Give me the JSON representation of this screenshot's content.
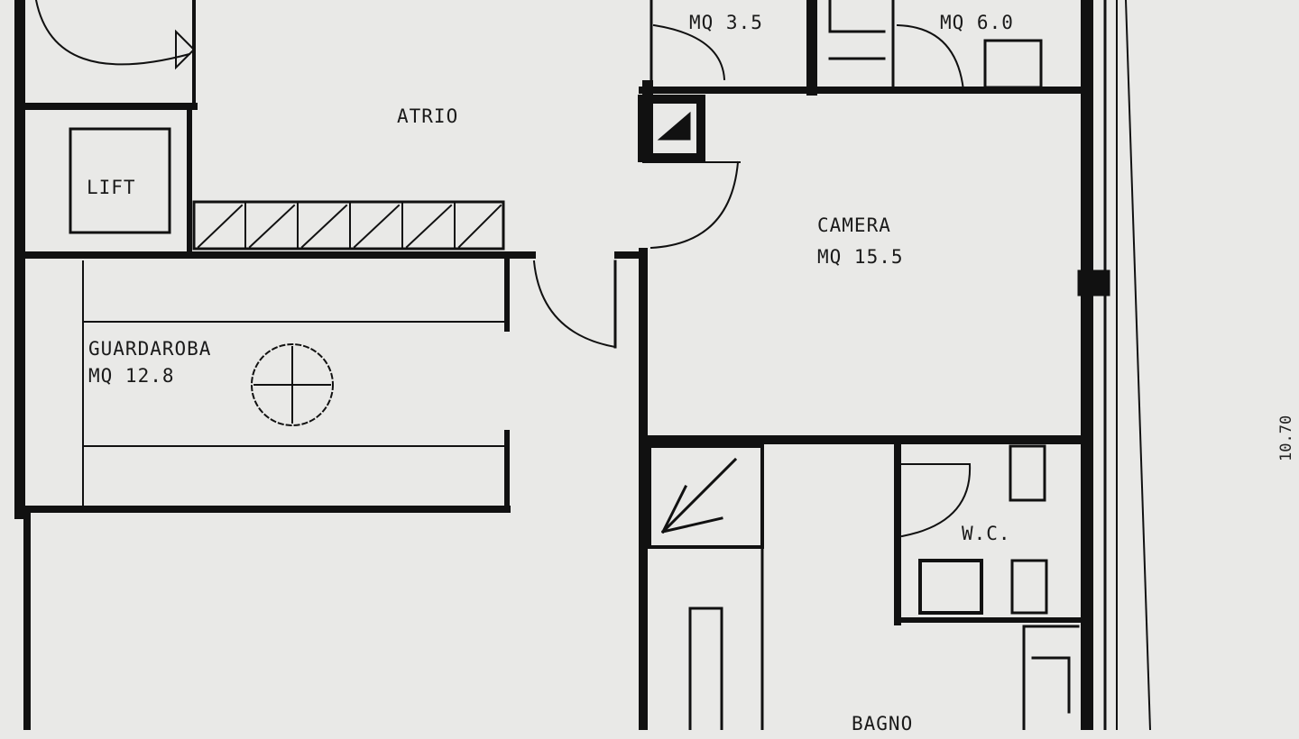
{
  "rooms": {
    "atrio": {
      "name": "ATRIO"
    },
    "lift": {
      "name": "LIFT"
    },
    "guardaroba": {
      "name": "GUARDAROBA",
      "area": "MQ 12.8"
    },
    "camera": {
      "name": "CAMERA",
      "area": "MQ 15.5"
    },
    "ripost": {
      "area": "MQ 3.5"
    },
    "bagno_top": {
      "area": "MQ 6.0"
    },
    "wc": {
      "name": "W.C."
    },
    "bagno": {
      "name": "BAGNO"
    }
  },
  "dimensions": {
    "right": "10.70"
  },
  "colors": {
    "paper": "#e9e9e7",
    "ink": "#111111"
  }
}
